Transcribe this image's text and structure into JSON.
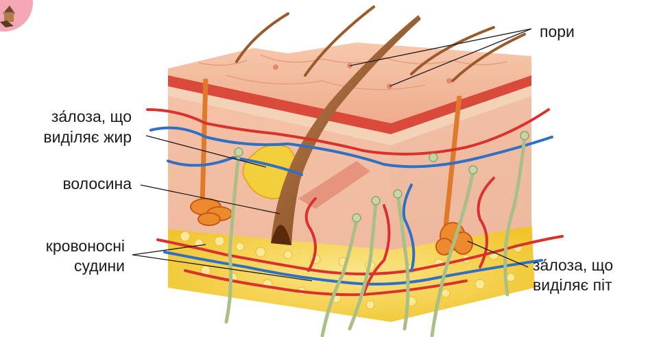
{
  "labels": {
    "pores": "пори",
    "sebaceous_gland_line1": "за́лоза, що",
    "sebaceous_gland_line2": "виділяє жир",
    "hair": "волосина",
    "blood_vessels_line1": "кровоносні",
    "blood_vessels_line2": "судини",
    "sweat_gland_line1": "за́лоза, що",
    "sweat_gland_line2": "виділяє піт"
  },
  "icons": {
    "corner_mascot": "mascot-icon"
  },
  "colors": {
    "epidermis": "#f2b79a",
    "dermis": "#f6cdb4",
    "fat": "#f5d24a",
    "artery": "#d9322e",
    "vein": "#2f6fc4",
    "nerve": "#a9bf86",
    "hair": "#8a4a1c",
    "gland": "#e06a22"
  }
}
